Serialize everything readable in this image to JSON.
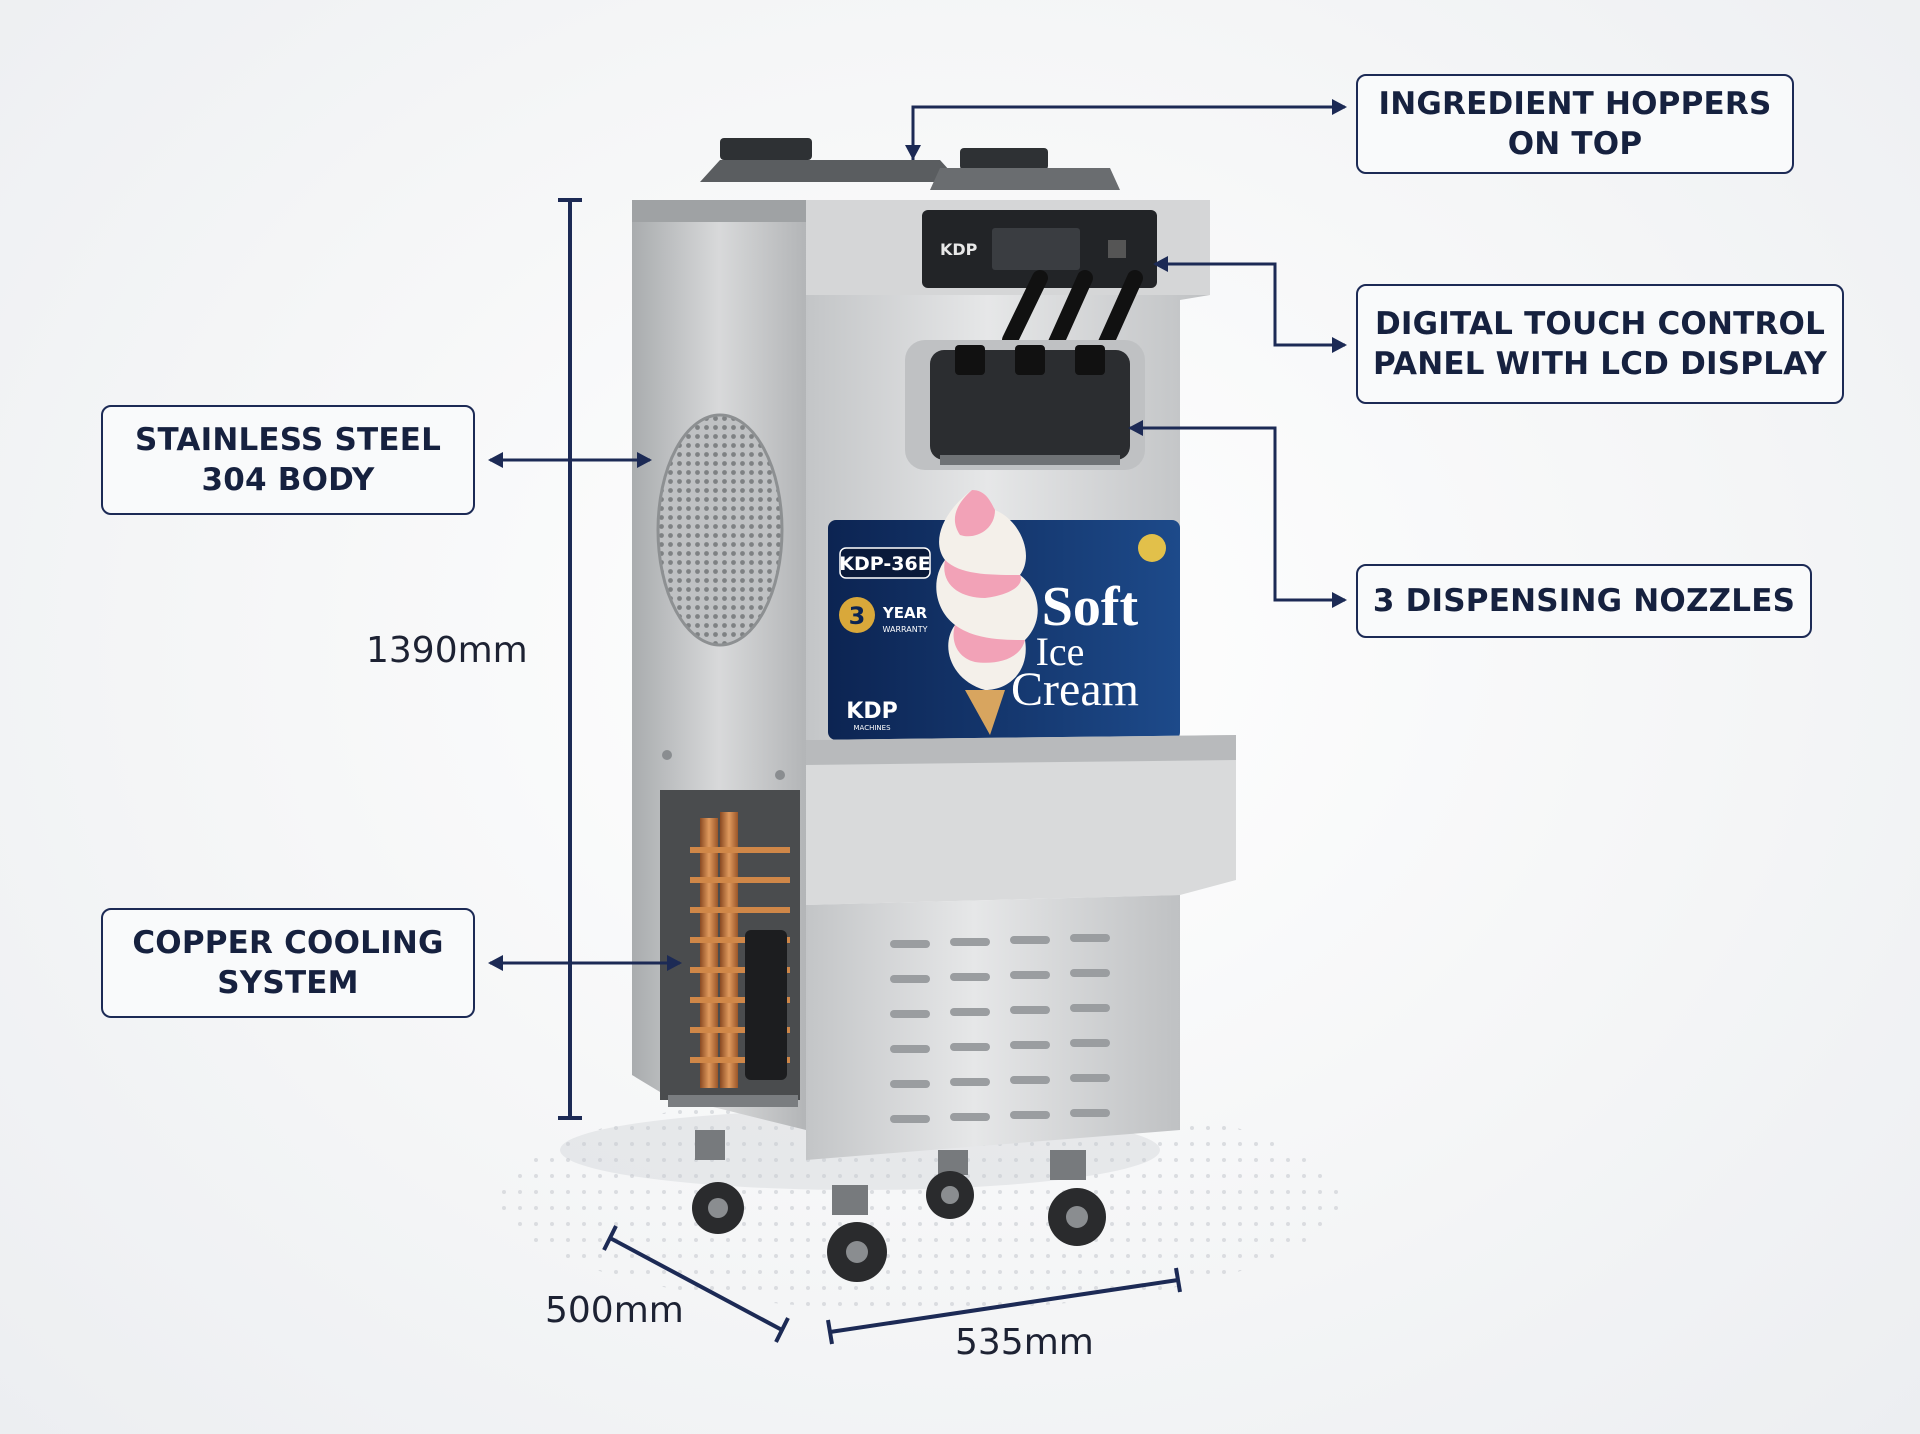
{
  "callouts": {
    "hoppers": {
      "line1": "INGREDIENT HOPPERS",
      "line2": "ON TOP"
    },
    "control_panel": {
      "line1": "DIGITAL TOUCH CONTROL",
      "line2": "PANEL WITH LCD DISPLAY"
    },
    "nozzles": {
      "line1": "3 DISPENSING NOZZLES"
    },
    "body": {
      "line1": "STAINLESS STEEL",
      "line2": "304 BODY"
    },
    "cooling": {
      "line1": "COPPER COOLING",
      "line2": "SYSTEM"
    }
  },
  "dimensions": {
    "height": "1390mm",
    "depth": "500mm",
    "width": "535mm"
  },
  "machine": {
    "brand": "KDP",
    "model": "KDP-36E",
    "warranty_number": "3",
    "warranty_word": "YEAR",
    "warranty_sub": "WARRANTY",
    "product_line1": "Soft",
    "product_line2": "Ice",
    "product_line3": "Cream",
    "brand_sub": "MACHINES"
  },
  "colors": {
    "callout_border": "#1c2a55",
    "arrow": "#1c2a55",
    "steel": "#c9cbcd",
    "banner": "#0f2c5e",
    "cone_pink": "#f2a2b7"
  }
}
